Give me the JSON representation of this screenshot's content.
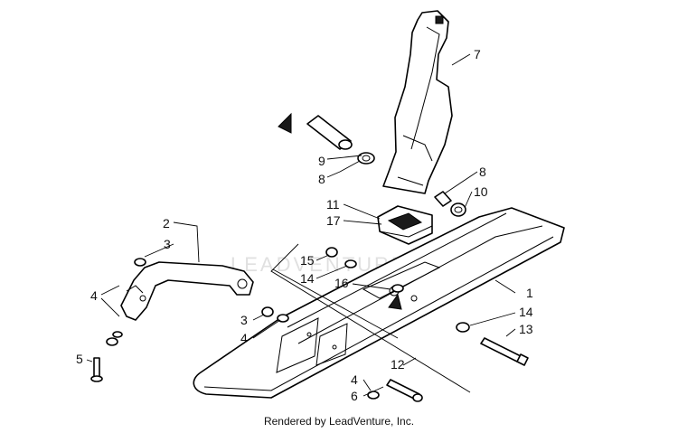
{
  "callouts": {
    "c1": "1",
    "c2": "2",
    "c3a": "3",
    "c3b": "3",
    "c4a": "4",
    "c4b": "4",
    "c4c": "4",
    "c5": "5",
    "c6": "6",
    "c7": "7",
    "c8a": "8",
    "c8b": "8",
    "c9": "9",
    "c10": "10",
    "c11": "11",
    "c12": "12",
    "c13": "13",
    "c14a": "14",
    "c14b": "14",
    "c15": "15",
    "c16": "16",
    "c17": "17"
  },
  "watermark": "LEADVENTURE",
  "footer": "Rendered by LeadVenture, Inc."
}
